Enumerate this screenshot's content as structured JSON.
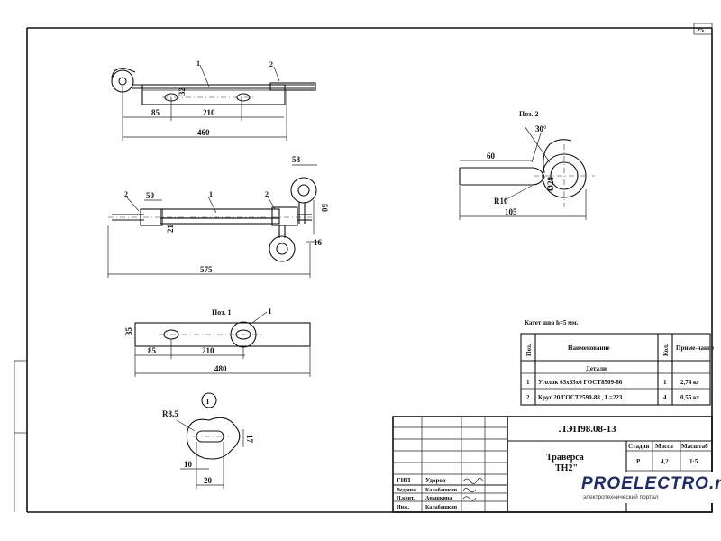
{
  "page_number": "25",
  "callouts": {
    "p1": "1",
    "p2": "2",
    "pos2_title": "Поз. 2",
    "pos1_title": "Поз. 1",
    "detail": "I",
    "weld_note": "Катет шва h=5 мм."
  },
  "dims": {
    "top_view": [
      "85",
      "210",
      "460",
      "32"
    ],
    "side_view": [
      "50",
      "58",
      "50",
      "16",
      "575",
      "21"
    ],
    "pos2": [
      "60",
      "30°",
      "R10",
      "105",
      "Ø28"
    ],
    "pos1": [
      "85",
      "210",
      "480",
      "35"
    ],
    "detail": [
      "R8,5",
      "17",
      "10",
      "20"
    ]
  },
  "spec_table": {
    "headers": [
      "Поз.",
      "Наименование",
      "Кол.",
      "Приме-чание"
    ],
    "section": "Детали",
    "rows": [
      {
        "pos": "1",
        "name": "Уголок 63х63х6 ГОСТ8509-86",
        "qty": "1",
        "note": "2,74 кг"
      },
      {
        "pos": "2",
        "name": "Круг 20 ГОСТ2590-88 , L=223",
        "qty": "4",
        "note": "0,55 кг"
      }
    ]
  },
  "title_block": {
    "code": "ЛЭП98.08-13",
    "name_line1": "Траверса",
    "name_line2": "ТН2\"",
    "col_headers": [
      "Стадия",
      "Масса",
      "Масштаб"
    ],
    "stage": "Р",
    "mass": "4,2",
    "scale": "1:5",
    "signatures": [
      {
        "role": "ГИП",
        "name": "Удоров"
      },
      {
        "role": "Вед.инж.",
        "name": "Калабашкин"
      },
      {
        "role": "Н.конт.",
        "name": "Анашкина"
      },
      {
        "role": "Инж.",
        "name": "Калабашкин"
      }
    ]
  },
  "logo": {
    "text": "PROELECTRO.ru",
    "subtitle": "электротехнический портал",
    "color": "#1d2a6b"
  }
}
